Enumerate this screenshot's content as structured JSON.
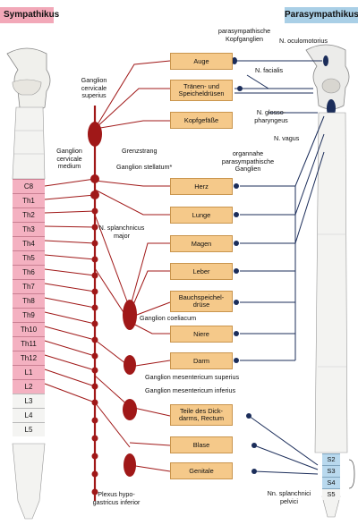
{
  "headers": {
    "left": "Sympathikus",
    "right": "Parasympathikus"
  },
  "segments_left": [
    "C8",
    "Th1",
    "Th2",
    "Th3",
    "Th4",
    "Th5",
    "Th6",
    "Th7",
    "Th8",
    "Th9",
    "Th10",
    "Th11",
    "Th12",
    "L1",
    "L2",
    "L3",
    "L4",
    "L5"
  ],
  "segments_right": [
    "S2",
    "S3",
    "S4",
    "S5"
  ],
  "organs": [
    "Auge",
    "Tränen- und Speicheldrüsen",
    "Kopfgefäße",
    "Herz",
    "Lunge",
    "Magen",
    "Leber",
    "Bauchspeichel-drüse",
    "Niere",
    "Darm",
    "Teile des Dick-darms, Rectum",
    "Blase",
    "Genitale"
  ],
  "labels": {
    "parasym_kopfganglien": "parasympathische Kopfganglien",
    "n_oculomotorius": "N. oculomotorius",
    "n_facialis": "N. facialis",
    "n_glossopharyngeus": "N. glosso-pharyngeus",
    "n_vagus": "N. vagus",
    "organnahe": "organnahe parasympathische Ganglien",
    "ganglion_cerv_sup": "Ganglion cervicale superius",
    "ganglion_cerv_med": "Ganglion cervicale medium",
    "grenzstrang": "Grenzstrang",
    "ganglion_stellatum": "Ganglion stellatum*",
    "n_splanchnicus_major": "N. splanchnicus major",
    "ganglion_coeliacum": "Ganglion coeliacum",
    "ganglion_mes_sup": "Ganglion mesentericum superius",
    "ganglion_mes_inf": "Ganglion mesentericum inferius",
    "plexus": "Plexus hypo-gastricus inferior",
    "nn_splanchnici": "Nn. splanchnici pelvici"
  },
  "colors": {
    "sympathetic": "#a01818",
    "parasympathetic": "#1b2d5a",
    "organ_fill": "#f5c98a",
    "pink": "#f4b1c1",
    "blue": "#b9d9ee"
  }
}
